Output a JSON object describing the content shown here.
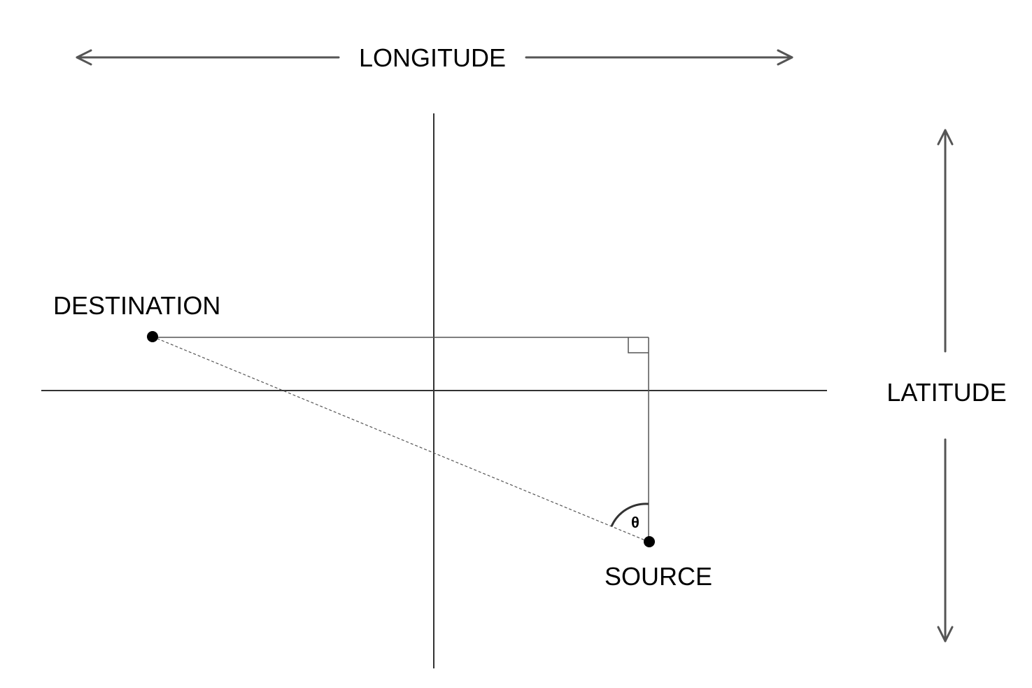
{
  "labels": {
    "longitude": "LONGITUDE",
    "latitude": "LATITUDE",
    "destination": "DESTINATION",
    "source": "SOURCE",
    "angle": "θ"
  },
  "colors": {
    "arrow": "#555555",
    "axis": "#333333",
    "line": "#555555",
    "point": "#000000"
  }
}
